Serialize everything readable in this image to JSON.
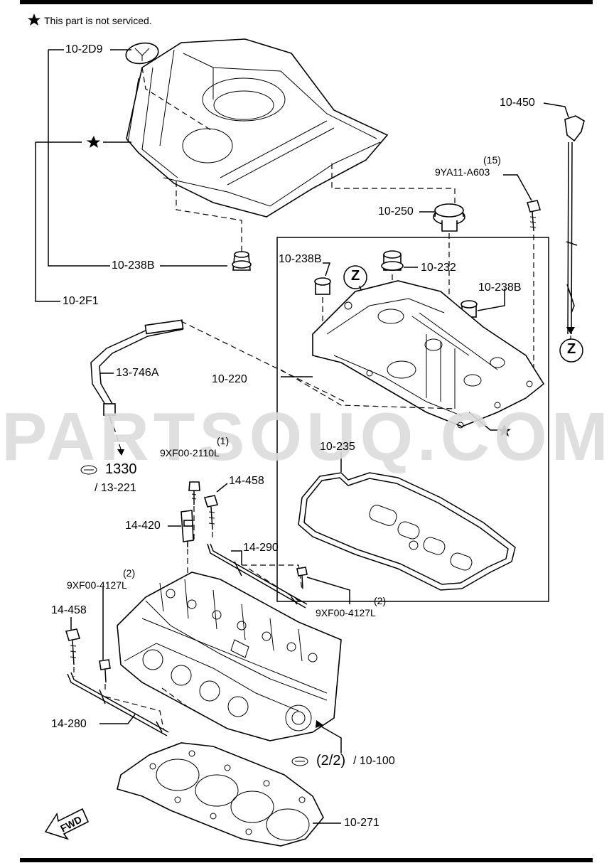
{
  "note": {
    "text": "This part is not serviced."
  },
  "callouts": {
    "c_10_2D9": "10-2D9",
    "c_10_238B_left": "10-238B",
    "c_10_2F1": "10-2F1",
    "c_13_746A": "13-746A",
    "c_1330": "1330",
    "c_13_221": "/ 13-221",
    "c_9XF00_2110L_qty": "(1)",
    "c_9XF00_2110L": "9XF00-2110L",
    "c_14_458_top": "14-458",
    "c_14_420": "14-420",
    "c_14_290": "14-290",
    "c_9XF00_4127L_left_qty": "(2)",
    "c_9XF00_4127L_left": "9XF00-4127L",
    "c_9XF00_4127L_right_qty": "(2)",
    "c_9XF00_4127L_right": "9XF00-4127L",
    "c_14_458_bottom": "14-458",
    "c_14_280": "14-280",
    "c_2_2": "(2/2)",
    "c_10_100": "/ 10-100",
    "c_10_271": "10-271",
    "c_10_450": "10-450",
    "c_9YA11_A603_qty": "(15)",
    "c_9YA11_A603": "9YA11-A603",
    "c_10_250": "10-250",
    "c_10_238B_box_left": "10-238B",
    "c_10_232": "10-232",
    "c_10_238B_box_right": "10-238B",
    "c_10_220": "10-220",
    "c_10_235": "10-235",
    "c_z1": "Z",
    "c_z2": "Z",
    "c_fwd": "FWD"
  },
  "watermark": "PARTSOUQ.COM",
  "colors": {
    "line": "#000000",
    "watermark": "#dcdcdc",
    "background": "#ffffff"
  }
}
